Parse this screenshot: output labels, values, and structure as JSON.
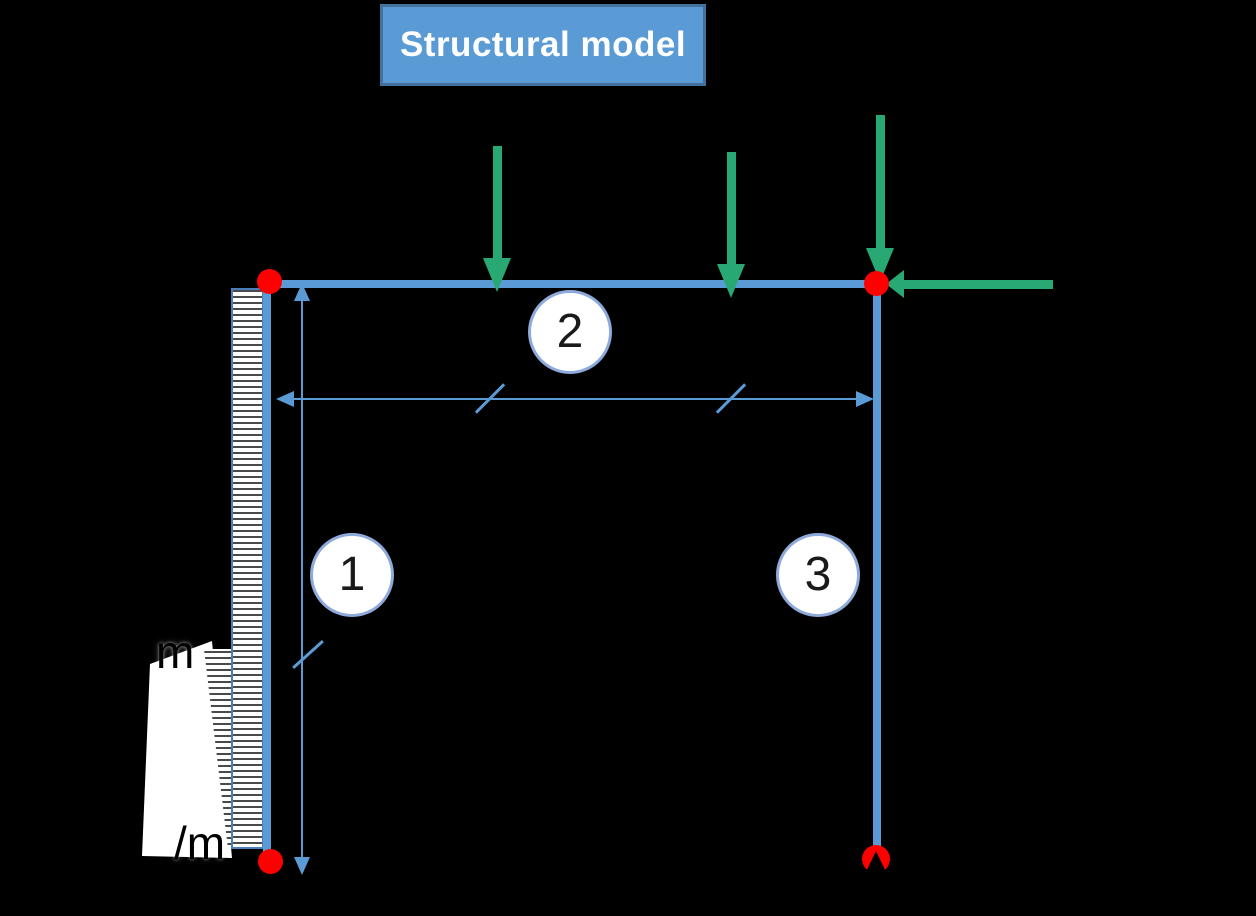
{
  "title": {
    "text": "Structural model"
  },
  "members": [
    {
      "id": "1",
      "label": "1"
    },
    {
      "id": "2",
      "label": "2"
    },
    {
      "id": "3",
      "label": "3"
    }
  ],
  "distributed_load_label": {
    "top_fragment": "m",
    "bottom_fragment": "/m"
  },
  "colors": {
    "frame-blue": "#5B9BD5",
    "dim-blue": "#5B9BD5",
    "title-fill": "#5B9BD5",
    "title-border": "#41719C",
    "node-red": "#FF0000",
    "force-green": "#28A873",
    "badge-border": "#8EAADB",
    "hatch-border": "#4A7EBB",
    "hatch-line": "#4A4A4A"
  }
}
